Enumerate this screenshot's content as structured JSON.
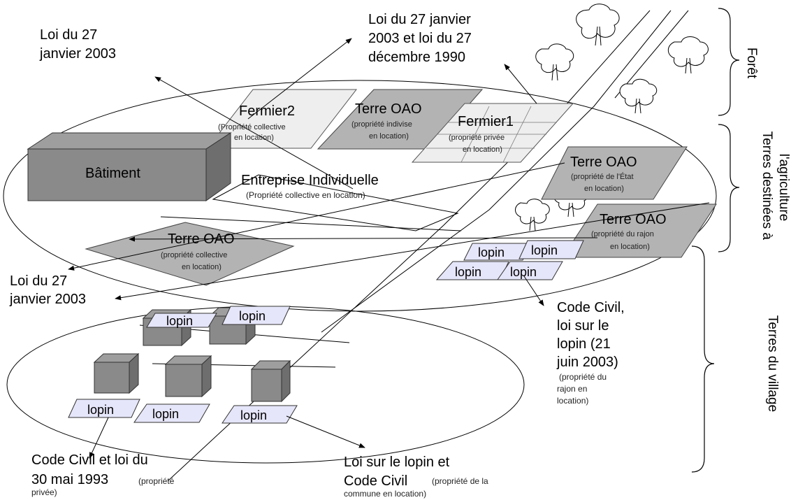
{
  "labels": {
    "loi_top_left": [
      "Loi du 27",
      "janvier 2003"
    ],
    "loi_top_center": [
      "Loi du 27 janvier",
      "2003 et loi du 27",
      "décembre 1990"
    ],
    "loi_mid_left": [
      "Loi du 27",
      "janvier 2003"
    ],
    "code_civil_lopin": [
      "Code Civil,",
      "loi sur le",
      "lopin (21",
      "juin 2003)"
    ],
    "code_civil_lopin_note": [
      "(propriété du",
      "rajon en",
      "location)"
    ],
    "code_civil_1993": [
      "Code Civil et loi du",
      "30 mai 1993"
    ],
    "code_civil_1993_note_a": "(propriété",
    "code_civil_1993_note_b": "privée)",
    "loi_lopin_commune": [
      "Loi sur le lopin et",
      "Code Civil"
    ],
    "loi_lopin_commune_note_a": "(propriété de la",
    "loi_lopin_commune_note_b": "commune en location)"
  },
  "parcels": {
    "fermier2": {
      "title": "Fermier2",
      "sub": [
        "(Propriété collective",
        "en location)"
      ]
    },
    "terre_oao_indivise": {
      "title": "Terre OAO",
      "sub": [
        "(propriété indivise",
        "en location)"
      ]
    },
    "fermier1": {
      "title": "Fermier1",
      "sub": [
        "(propriété privée",
        "en location)"
      ]
    },
    "batiment": {
      "title": "Bâtiment"
    },
    "entreprise": {
      "title": "Entreprise Individuelle",
      "sub": "(Propriété collective en location)"
    },
    "terre_oao_etat": {
      "title": "Terre OAO",
      "sub": [
        "(propriété de l'État",
        "en location)"
      ]
    },
    "terre_oao_rajon": {
      "title": "Terre OAO",
      "sub": [
        "(propriété du rajon",
        "en location)"
      ]
    },
    "terre_oao_collective": {
      "title": "Terre OAO",
      "sub": [
        "(propriété collective",
        "en location)"
      ]
    }
  },
  "lopin_label": "lopin",
  "zones": {
    "foret": "Forêt",
    "agriculture": [
      "Terres destinées à",
      "l'agriculture"
    ],
    "village": "Terres du village"
  }
}
